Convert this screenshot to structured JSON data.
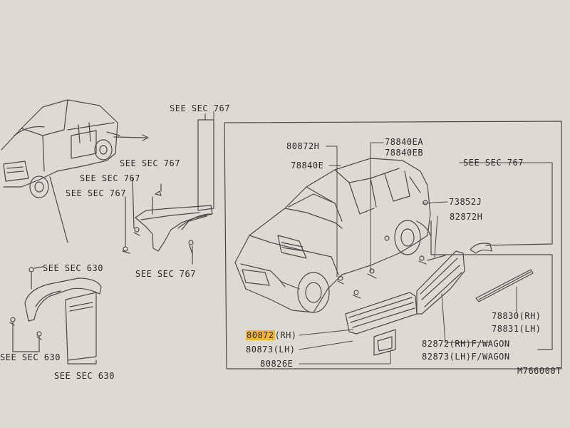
{
  "diagram": {
    "figure_code": "M766000T",
    "highlight_color": "#f3b43c",
    "labels": {
      "see_767_top": "SEE SEC 767",
      "see_767_a": "SEE SEC 767",
      "see_767_b": "SEE SEC 767",
      "see_767_c": "SEE SEC 767",
      "see_767_d": "SEE SEC 767",
      "see_767_box": "SEE SEC 767",
      "see_630_a": "SEE SEC 630",
      "see_630_b": "SEE SEC 630",
      "see_630_c": "SEE SEC 630",
      "p_80872H": "80872H",
      "p_78840E": "78840E",
      "p_78840EA": "78840EA",
      "p_78840EB": "78840EB",
      "p_73852J": "73852J",
      "p_82872H": "82872H",
      "p_78830": "78830(RH)",
      "p_78831": "78831(LH)",
      "p_82872F": "82872(RH)F/WAGON",
      "p_82873F": "82873(LH)F/WAGON",
      "p_80872_num": "80872",
      "p_80872_side": "(RH)",
      "p_80873": "80873(LH)",
      "p_80826E": "80826E"
    }
  }
}
